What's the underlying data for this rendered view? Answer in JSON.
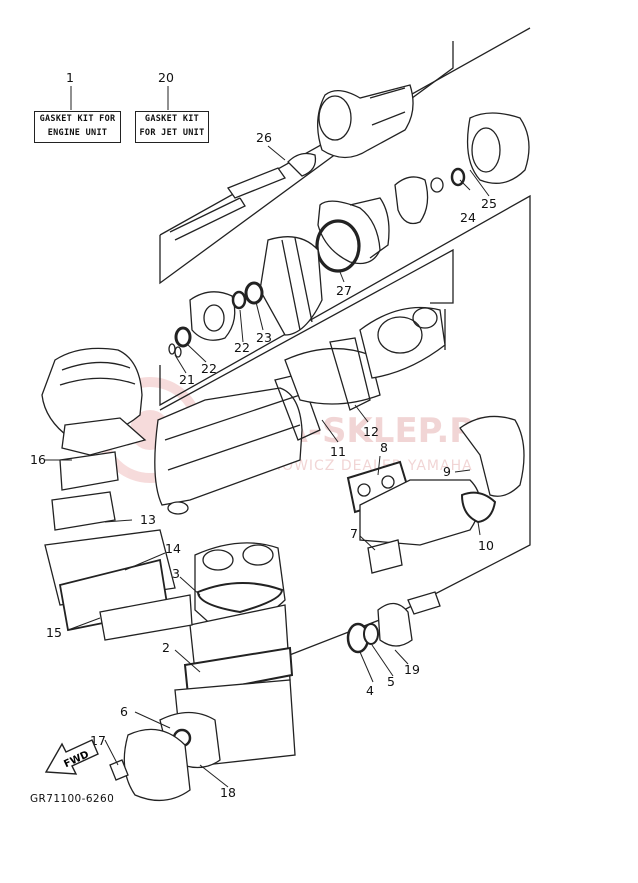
{
  "kits": {
    "engine": {
      "number": "1",
      "line1": "GASKET KIT FOR",
      "line2": "ENGINE UNIT"
    },
    "jet": {
      "number": "20",
      "line1": "GASKET KIT",
      "line2": "FOR JET UNIT"
    }
  },
  "callouts": [
    "2",
    "3",
    "4",
    "5",
    "6",
    "7",
    "8",
    "9",
    "10",
    "11",
    "12",
    "13",
    "14",
    "15",
    "16",
    "17",
    "18",
    "19",
    "21",
    "22",
    "22",
    "23",
    "24",
    "25",
    "26",
    "27"
  ],
  "watermark": {
    "brand": "YAMA-SKLEP.PL",
    "sub": "WOJCIECHOWICZ DEALER YAMAHA"
  },
  "fwd_label": "FWD",
  "reference_code": "GR71100-6260",
  "colors": {
    "line": "#222222",
    "watermark": "#e8a0a0"
  }
}
